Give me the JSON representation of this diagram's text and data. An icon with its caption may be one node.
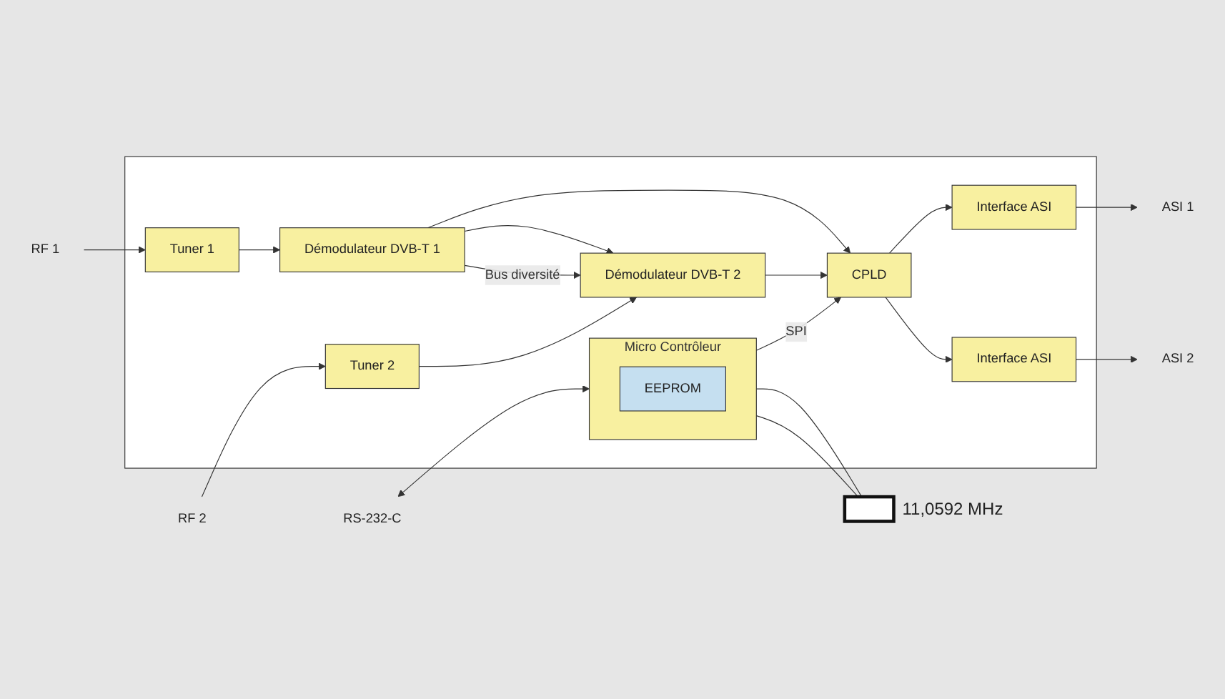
{
  "diagram": {
    "nodes": [
      {
        "text": [],
        "shape": "box"
      },
      {
        "text": [
          "RF 1"
        ]
      },
      {
        "text": [
          "Tuner 1"
        ],
        "in": 0
      },
      {
        "text": [
          "Démodulateur DVB-T 1"
        ],
        "in": 0
      },
      {
        "text": [
          "CPLD"
        ],
        "in": 0
      },
      {
        "text": [
          "Interface ASI"
        ],
        "in": 0
      },
      {
        "text": [
          "ASI 1"
        ]
      },
      {
        "text": [
          "RF 2"
        ]
      },
      {
        "text": [
          "Tuner 2"
        ],
        "in": 0
      },
      {
        "text": [
          "Démodulateur DVB-T 2"
        ],
        "in": 0
      },
      {
        "text": [
          "Interface ASI"
        ],
        "in": 0
      },
      {
        "text": [
          "ASI 2"
        ]
      },
      {
        "text": [
          "Micro Contrôleur"
        ],
        "in": 0
      },
      {
        "text": [
          "EEPROM"
        ],
        "in": 12
      },
      {
        "text": [],
        "shape": "crystal",
        "beside": [
          "11,0592 MHz"
        ]
      },
      {
        "text": [
          "RS-232-C"
        ]
      }
    ],
    "edges": [
      {
        "from": 1,
        "to": 2,
        "arrow": "to"
      },
      {
        "from": 2,
        "to": 3,
        "arrow": "to"
      },
      {
        "from": 3,
        "to": 4,
        "arrow": "to"
      },
      {
        "from": 4,
        "to": 5,
        "arrow": "to"
      },
      {
        "from": 5,
        "to": 6,
        "arrow": "to"
      },
      {
        "from": 7,
        "to": 8,
        "arrow": "to"
      },
      {
        "from": 8,
        "to": 9,
        "arrow": "to"
      },
      {
        "from": 9,
        "to": 4,
        "arrow": "to"
      },
      {
        "from": 4,
        "to": 10,
        "arrow": "to"
      },
      {
        "from": 10,
        "to": 11,
        "arrow": "to"
      },
      {
        "from": 3,
        "to": 9,
        "arrow": "to"
      },
      {
        "from": 3,
        "to": 9,
        "arrow": "to",
        "label": "Bus diversité"
      },
      {
        "from": 12,
        "to": 4,
        "arrow": "to",
        "label": "SPI"
      },
      {
        "from": 12,
        "to": 14,
        "arrow": "none"
      },
      {
        "from": 12,
        "to": 14,
        "arrow": "none"
      },
      {
        "from": 12,
        "to": 15,
        "arrow": "both"
      }
    ]
  }
}
